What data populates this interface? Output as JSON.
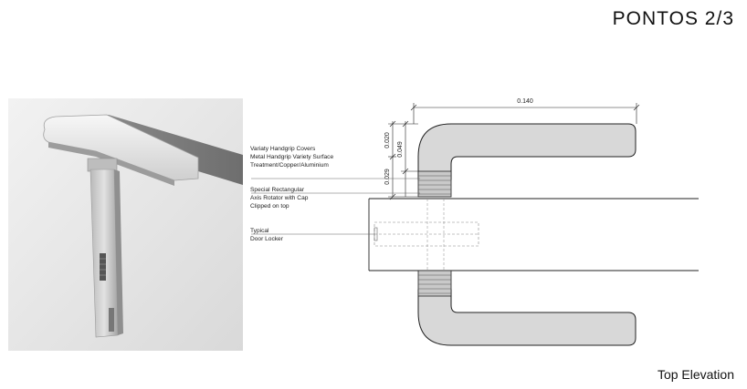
{
  "header": {
    "title": "PONTOS  2/3"
  },
  "drawing": {
    "dimensions": {
      "width": "0.140",
      "d1": "0.020",
      "d2": "0.049",
      "d3": "0.029"
    },
    "annotations": {
      "covers": [
        "Variaty Handgrip Covers",
        "Metal Handgrip Variety Surface",
        "Treatment/Copper/Aluminium"
      ],
      "rotator": [
        "Special Rectangular",
        "Axis Rotator with Cap",
        "Clipped on top"
      ],
      "locker": [
        "Typical",
        "Door Locker"
      ]
    }
  },
  "footer": {
    "caption": "Top Elevation"
  }
}
